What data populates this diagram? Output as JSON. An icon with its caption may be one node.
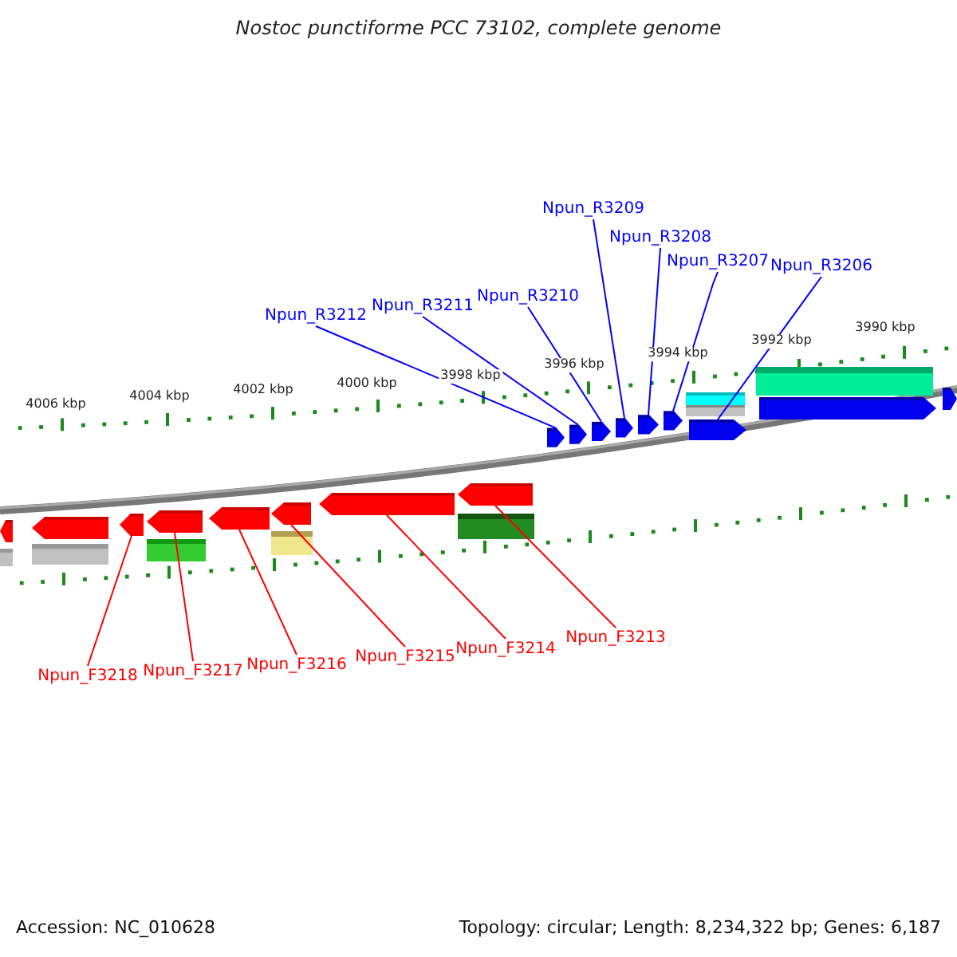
{
  "diagram": {
    "title": "Nostoc punctiforme PCC 73102, complete genome",
    "nodes": [
      {
        "text": [
          "Npun_R3212"
        ]
      },
      {
        "text": [
          "Npun_R3211"
        ]
      },
      {
        "text": [
          "Npun_R3210"
        ]
      },
      {
        "text": [
          "Npun_R3209"
        ]
      },
      {
        "text": [
          "Npun_R3208"
        ]
      },
      {
        "text": [
          "Npun_R3207"
        ]
      },
      {
        "text": [
          "Npun_R3206"
        ]
      },
      {
        "text": [
          "Npun_F3218"
        ]
      },
      {
        "text": [
          "Npun_F3217"
        ]
      },
      {
        "text": [
          "Npun_F3216"
        ]
      },
      {
        "text": [
          "Npun_F3215"
        ]
      },
      {
        "text": [
          "Npun_F3214"
        ]
      },
      {
        "text": [
          "Npun_F3213"
        ]
      },
      {
        "text": [],
        "shape": "arrow"
      },
      {
        "text": [],
        "shape": "arrow"
      },
      {
        "text": [],
        "shape": "arrow"
      },
      {
        "text": [],
        "shape": "arrow"
      },
      {
        "text": [],
        "shape": "arrow"
      },
      {
        "text": [],
        "shape": "arrow"
      },
      {
        "text": [],
        "shape": "arrow"
      },
      {
        "text": [],
        "shape": "arrow"
      },
      {
        "text": [],
        "shape": "arrow"
      },
      {
        "text": [],
        "shape": "arrow"
      },
      {
        "text": [],
        "shape": "arrow"
      },
      {
        "text": [],
        "shape": "arrow"
      },
      {
        "text": [],
        "shape": "arrow"
      },
      {
        "text": [],
        "shape": "arrow"
      },
      {
        "text": [],
        "shape": "arrow"
      },
      {
        "text": [],
        "shape": "arrow"
      },
      {
        "text": [],
        "shape": "arrow"
      },
      {
        "text": [],
        "shape": "bar"
      },
      {
        "text": [],
        "shape": "bar"
      },
      {
        "text": [],
        "shape": "bar"
      },
      {
        "text": [],
        "shape": "bar"
      },
      {
        "text": [],
        "shape": "bar"
      },
      {
        "text": [],
        "shape": "bar"
      },
      {
        "text": [],
        "shape": "bar"
      },
      {
        "text": [],
        "shape": "bar"
      }
    ],
    "edges": [
      {
        "from": 0,
        "to": 13,
        "arrow": "none"
      },
      {
        "from": 1,
        "to": 14,
        "arrow": "none"
      },
      {
        "from": 2,
        "to": 15,
        "arrow": "none"
      },
      {
        "from": 3,
        "to": 16,
        "arrow": "none"
      },
      {
        "from": 4,
        "to": 17,
        "arrow": "none"
      },
      {
        "from": 5,
        "to": 18,
        "arrow": "none"
      },
      {
        "from": 6,
        "to": 19,
        "arrow": "none"
      },
      {
        "from": 7,
        "to": 20,
        "arrow": "none",
        "color": "#ff0000"
      },
      {
        "from": 8,
        "to": 21,
        "arrow": "none",
        "color": "#ff0000"
      },
      {
        "from": 9,
        "to": 22,
        "arrow": "none",
        "color": "#ff0000"
      },
      {
        "from": 10,
        "to": 23,
        "arrow": "none",
        "color": "#ff0000"
      },
      {
        "from": 11,
        "to": 24,
        "arrow": "none",
        "color": "#ff0000"
      },
      {
        "from": 12,
        "to": 25,
        "arrow": "none",
        "color": "#ff0000"
      }
    ],
    "labels": [
      "4006 kbp",
      "4004 kbp",
      "4002 kbp",
      "4000 kbp",
      "3998 kbp",
      "3996 kbp",
      "3994 kbp",
      "3992 kbp",
      "3990 kbp",
      "Accession: NC_010628",
      "Topology: circular; Length: 8,234,322 bp; Genes: 6,187"
    ]
  }
}
